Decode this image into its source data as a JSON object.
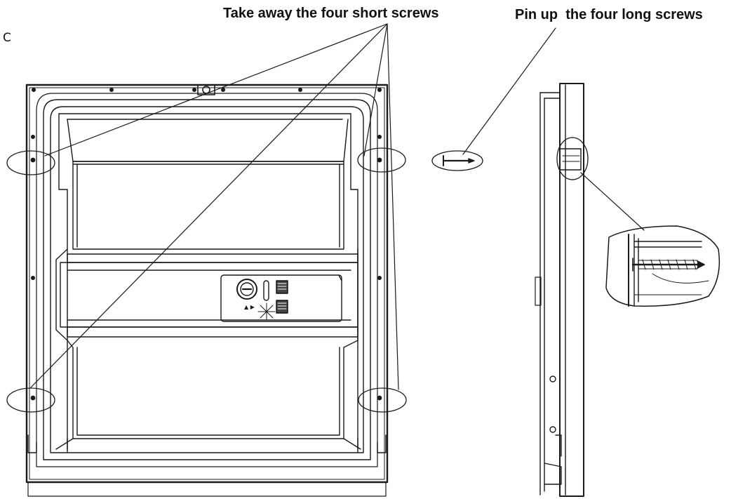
{
  "labels": {
    "short_screws": "Take away the four short screws",
    "long_screws": "Pin up  the four long screws",
    "step_letter": "C"
  },
  "colors": {
    "line": "#1a1a1a",
    "background": "#ffffff"
  },
  "icons": {
    "long_screw": "screw-icon",
    "dial": "dial-icon"
  }
}
